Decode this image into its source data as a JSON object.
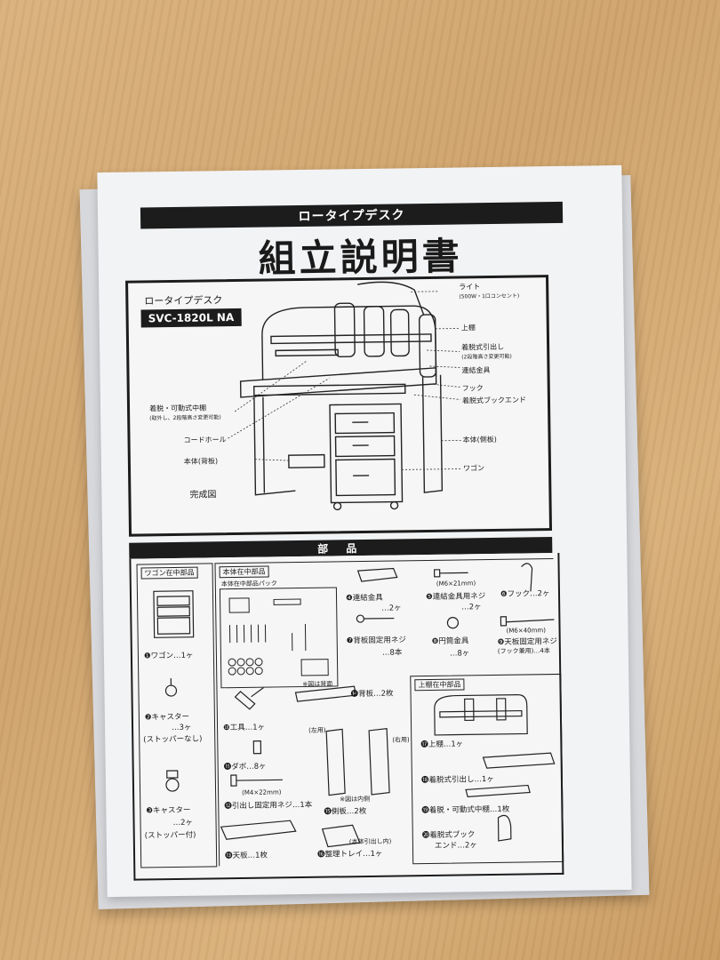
{
  "doc": {
    "subtitle": "ロータイプデスク",
    "title": "組立説明書",
    "model_label": "ロータイプデスク",
    "model_number": "SVC-1820L NA",
    "complete_label": "完成図",
    "parts_heading": "部 品"
  },
  "callouts": {
    "light": "ライト",
    "light_note": "(500W・1口コンセント)",
    "upper_shelf": "上棚",
    "drawer": "着脱式引出し",
    "drawer_note": "(2段階高さ変更可能)",
    "connector": "連結金具",
    "hook": "フック",
    "bookend": "着脱式ブックエンド",
    "middle_shelf": "着脱・可動式中棚",
    "middle_shelf_note": "(取外し、2段階高さ変更可能)",
    "cord_hole": "コードホール",
    "back_panel": "本体(背板)",
    "side_panel": "本体(側板)",
    "wagon": "ワゴン"
  },
  "boxes": {
    "wagon": "ワゴン在中部品",
    "body": "本体在中部品",
    "body_pack": "本体在中部品パック",
    "upper": "上棚在中部品"
  },
  "parts": {
    "p1": "❶ワゴン…1ヶ",
    "p2a": "❷キャスター",
    "p2b": "…3ヶ",
    "p2c": "(ストッパーなし)",
    "p3a": "❸キャスター",
    "p3b": "…2ヶ",
    "p3c": "(ストッパー付)",
    "p4a": "❹連結金具",
    "p4b": "…2ヶ",
    "p5spec": "(M6×21mm)",
    "p5a": "❺連結金具用ネジ",
    "p5b": "…2ヶ",
    "p6": "❻フック…2ヶ",
    "p7a": "❼背板固定用ネジ",
    "p7b": "…8本",
    "p8a": "❽円筒金具",
    "p8b": "…8ヶ",
    "p9spec": "(M6×40mm)",
    "p9a": "❾天板固定用ネジ",
    "p9b": "(フック兼用)…4本",
    "p10": "❿工具…1ヶ",
    "p11": "⓫ダボ…8ヶ",
    "p12spec": "(M4×22mm)",
    "p12": "⓬引出し固定用ネジ…1本",
    "p13": "⓭天板…1枚",
    "p14note": "※図は背面",
    "p14": "⓮背板…2枚",
    "left_use": "(左用)",
    "right_use": "(右用)",
    "p15note": "※図は内側",
    "p15": "⓯側板…2枚",
    "p16note": "(本体引出し内)",
    "p16": "⓰整理トレイ…1ヶ",
    "p17": "⓱上棚…1ヶ",
    "p18": "⓲着脱式引出し…1ヶ",
    "p19": "⓳着脱・可動式中棚…1枚",
    "p20a": "⓴着脱式ブック",
    "p20b": "エンド…2ヶ"
  }
}
